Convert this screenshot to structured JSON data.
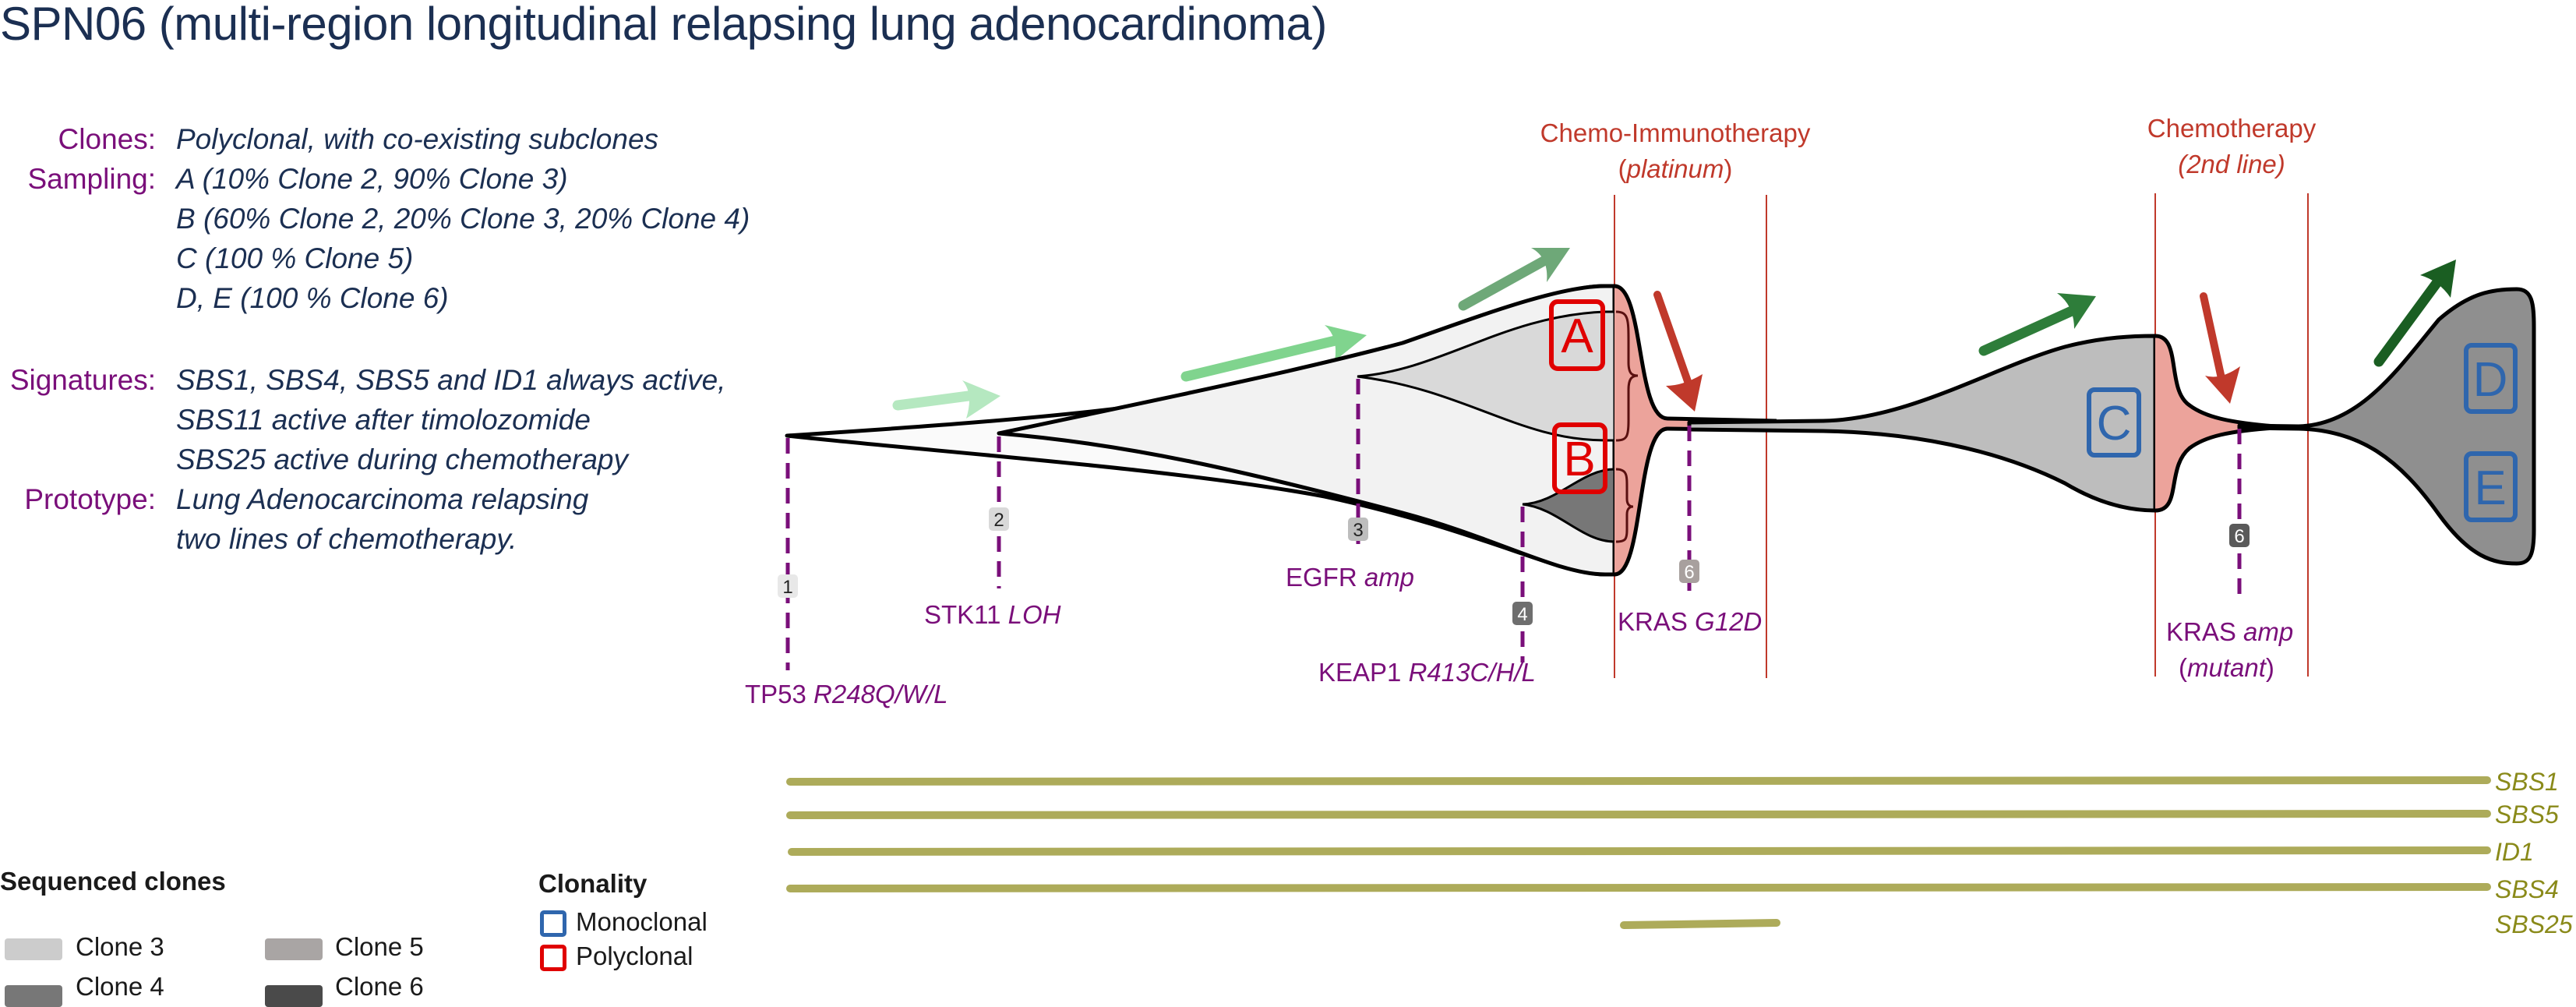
{
  "title": "SPN06 (multi-region longitudinal relapsing lung adenocardinoma)",
  "info": {
    "clones_key": "Clones:",
    "clones_val": "Polyclonal, with co-existing subclones",
    "sampling_key": "Sampling:",
    "sampling_vals": [
      "A (10% Clone 2, 90% Clone 3)",
      "B (60% Clone 2, 20% Clone 3, 20% Clone 4)",
      "C (100 % Clone 5)",
      "D, E (100 % Clone 6)"
    ],
    "signatures_key": "Signatures:",
    "signatures_vals": [
      "SBS1, SBS4, SBS5 and ID1 always active,",
      "SBS11 active after timolozomide",
      "SBS25 active during chemotherapy"
    ],
    "prototype_key": "Prototype:",
    "prototype_vals": [
      "Lung Adenocarcinoma relapsing",
      "two lines of chemotherapy."
    ]
  },
  "therapies": [
    {
      "name": "Chemo-Immunotherapy",
      "detail_open": "(",
      "detail": "platinum",
      "detail_close": ")"
    },
    {
      "name": "Chemotherapy",
      "detail_open": "",
      "detail": "(2nd line)",
      "detail_close": ""
    }
  ],
  "mutations": [
    {
      "badge": "1",
      "gene": "TP53",
      "variant": "R248Q/W/L",
      "badge_color": "#e8e8e8",
      "badge_text_color": "#222222"
    },
    {
      "badge": "2",
      "gene": "STK11",
      "variant": "LOH",
      "badge_color": "#d9d9d9",
      "badge_text_color": "#222222"
    },
    {
      "badge": "3",
      "gene": "EGFR",
      "variant": "amp",
      "badge_color": "#bdbdbd",
      "badge_text_color": "#222222"
    },
    {
      "badge": "4",
      "gene": "KEAP1",
      "variant": "R413C/H/L",
      "badge_color": "#6e6e6e",
      "badge_text_color": "#ffffff"
    },
    {
      "badge": "6",
      "gene": "KRAS",
      "variant": "G12D",
      "badge_color": "#a8a09e",
      "badge_text_color": "#ffffff"
    },
    {
      "badge": "6",
      "gene": "KRAS",
      "variant": "amp",
      "extra_open": "(",
      "extra": "mutant",
      "extra_close": ")",
      "badge_color": "#5a5a5a",
      "badge_text_color": "#ffffff"
    }
  ],
  "samples": [
    {
      "letter": "A",
      "clonality": "polyclonal"
    },
    {
      "letter": "B",
      "clonality": "polyclonal"
    },
    {
      "letter": "C",
      "clonality": "monoclonal"
    },
    {
      "letter": "D",
      "clonality": "monoclonal"
    },
    {
      "letter": "E",
      "clonality": "monoclonal"
    }
  ],
  "signatures": [
    {
      "name": "SBS1",
      "span": "always"
    },
    {
      "name": "SBS5",
      "span": "always"
    },
    {
      "name": "ID1",
      "span": "always"
    },
    {
      "name": "SBS4",
      "span": "always"
    },
    {
      "name": "SBS25",
      "span": "during chemo-immunotherapy"
    }
  ],
  "legend": {
    "sequenced_title": "Sequenced clones",
    "clones": [
      {
        "label": "Clone 3",
        "color": "#cccccc"
      },
      {
        "label": "Clone 4",
        "color": "#777777"
      },
      {
        "label": "Clone 5",
        "color": "#a9a5a4"
      },
      {
        "label": "Clone 6",
        "color": "#4a4a4a"
      }
    ],
    "clonality_title": "Clonality",
    "clonality": [
      {
        "label": "Monoclonal",
        "color": "#2f66ad"
      },
      {
        "label": "Polyclonal",
        "color": "#e00000"
      }
    ]
  },
  "colors": {
    "polyclonal": "#e00000",
    "monoclonal": "#2f66ad",
    "therapy": "#c0392b",
    "therapy_fill": "#eca39b",
    "mutation": "#7a0f7a",
    "signature": "#adab5a",
    "clone1": "#fafafa",
    "clone2": "#f2f2f2",
    "clone3": "#d9d9d9",
    "clone4": "#777777",
    "clone5": "#bdbdbd",
    "clone6": "#8f8f8f"
  }
}
